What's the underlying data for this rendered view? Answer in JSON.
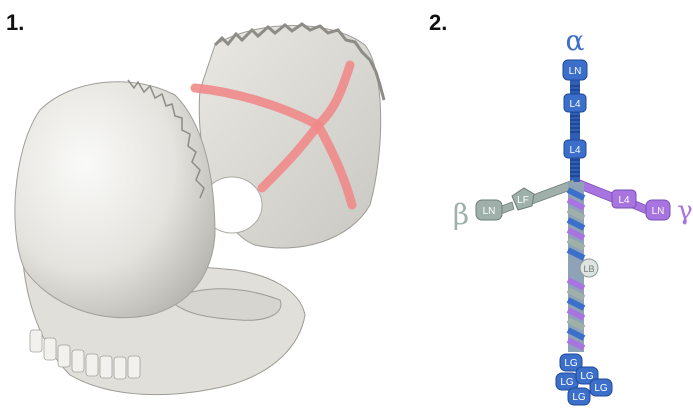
{
  "panels": {
    "one": {
      "label": "1."
    },
    "two": {
      "label": "2."
    }
  },
  "laminin": {
    "chains": {
      "alpha": {
        "symbol": "α",
        "color": "#3b6fc9"
      },
      "beta": {
        "symbol": "β",
        "color": "#9fb0aa"
      },
      "gamma": {
        "symbol": "γ",
        "color": "#a874e0"
      }
    },
    "domains": {
      "alpha_ln": "LN",
      "alpha_l4_top": "L4",
      "alpha_l4_bottom": "L4",
      "beta_lf": "LF",
      "beta_ln": "LN",
      "gamma_l4": "L4",
      "gamma_ln": "LN",
      "coil_lb": "LB",
      "lg": [
        "LG",
        "LG",
        "LG",
        "LG",
        "LG"
      ]
    }
  },
  "skull": {
    "highlight_color": "#f08080"
  }
}
